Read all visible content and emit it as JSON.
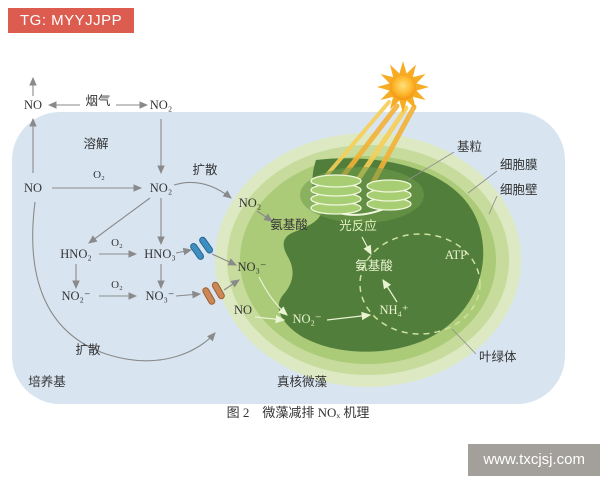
{
  "badges": {
    "tg": "TG: MYYJJPP",
    "site": "www.txcjsj.com"
  },
  "caption": "图 2　微藻减排 NOₓ 机理",
  "solution": {
    "no_gas": "NO",
    "flue_gas": "烟气",
    "no2_gas": "NO₂",
    "dissolve": "溶解",
    "no_aq": "NO",
    "o2_a": "O₂",
    "no2_aq": "NO₂",
    "diffusion_top": "扩散",
    "hno2": "HNO₂",
    "o2_b": "O₂",
    "hno3": "HNO₃",
    "no2_minus": "NO₂⁻",
    "o2_c": "O₂",
    "no3_minus": "NO₃⁻",
    "diffusion_bottom": "扩散",
    "medium": "培养基"
  },
  "cell": {
    "no2_in": "NO₂",
    "amino_top": "氨基酸",
    "no3_in": "NO₃⁻",
    "no_in": "NO",
    "no2m_in": "NO₂⁻",
    "nh4": "NH₄⁺",
    "amino_right": "氨基酸",
    "atp": "ATP",
    "light_reaction": "光反应",
    "label": "真核微藻"
  },
  "callouts": {
    "granum": "基粒",
    "membrane": "细胞膜",
    "wall": "细胞壁",
    "chloroplast": "叶绿体"
  },
  "colors": {
    "badge_red": "#dc5c50",
    "badge_gray": "#a3a09b",
    "medium_blue": "#d8e5f1",
    "cell_wall": "#dce9c2",
    "cell_mid": "#c6db9c",
    "cytoplasm": "#abcb78",
    "chloroplast_dark": "#527e3b",
    "sun_orange": "#f6ad25"
  }
}
